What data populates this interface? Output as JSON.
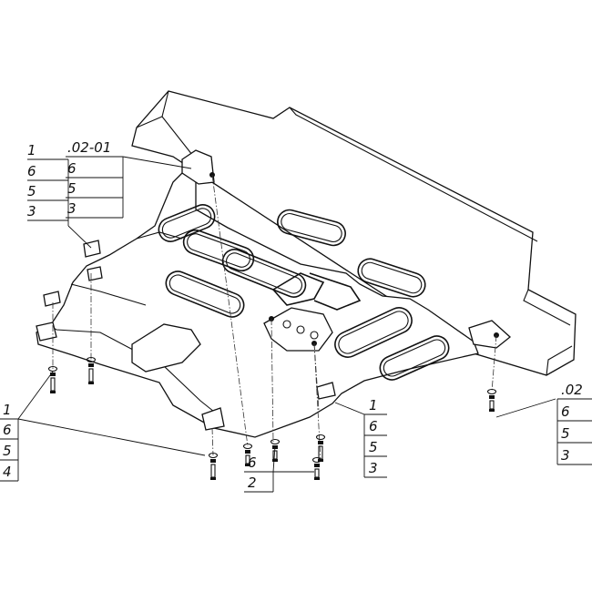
{
  "callouts": {
    "top_left": [
      "1",
      "6",
      "5",
      "3"
    ],
    "top_center": [
      ".02-01",
      "6",
      "5",
      "3"
    ],
    "bottom_left": [
      "1",
      "6",
      "5",
      "4"
    ],
    "bottom_center": [
      "6",
      "2"
    ],
    "bottom_right_mid": [
      "1",
      "6",
      "5",
      "3"
    ],
    "right": [
      ".02",
      "6",
      "5",
      "3"
    ]
  }
}
